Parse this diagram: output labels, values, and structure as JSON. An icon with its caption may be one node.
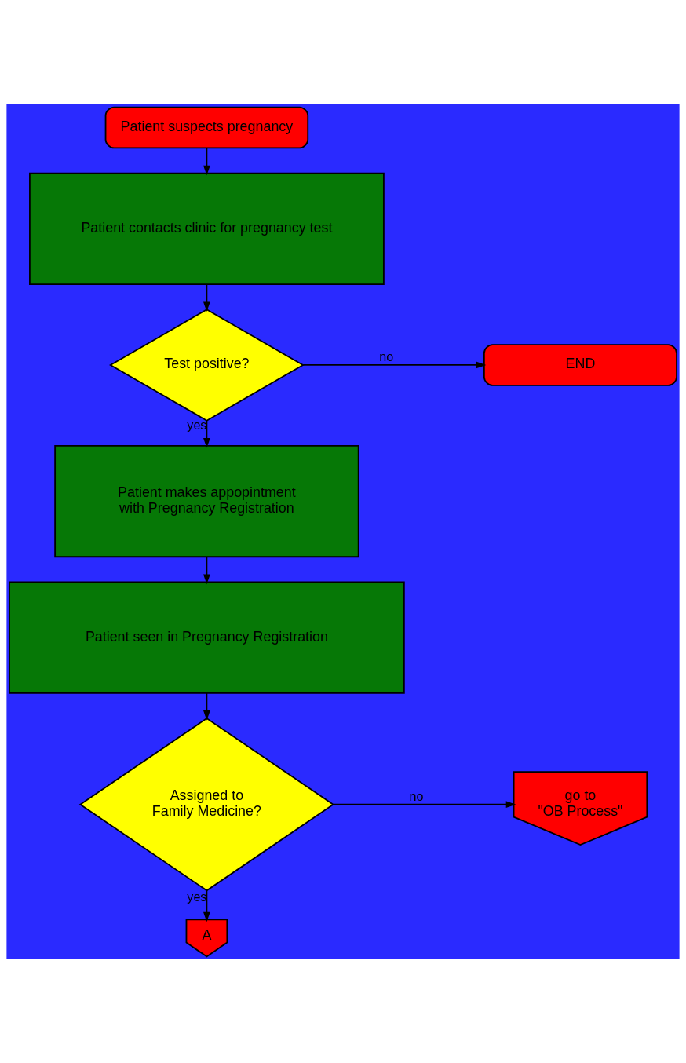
{
  "diagram": {
    "nodes": [
      {
        "text": [
          "Patient suspects pregnancy"
        ]
      },
      {
        "text": [
          "Patient contacts clinic for pregnancy test"
        ]
      },
      {
        "text": [
          "Test positive?"
        ]
      },
      {
        "text": [
          "END"
        ]
      },
      {
        "text": [
          "Patient makes appopintment with Pregnancy Registration"
        ]
      },
      {
        "text": [
          "Patient seen in Pregnancy Registration"
        ]
      },
      {
        "text": [
          "Assigned to Family Medicine?"
        ]
      },
      {
        "text": [
          "go to \"OB Process\""
        ]
      },
      {
        "text": [
          "A"
        ]
      }
    ],
    "edges": [
      {
        "from": 0,
        "to": 1,
        "arrow": "to"
      },
      {
        "from": 1,
        "to": 2,
        "arrow": "to"
      },
      {
        "from": 2,
        "to": 3,
        "arrow": "to",
        "label": "no"
      },
      {
        "from": 2,
        "to": 4,
        "arrow": "to",
        "label": "yes"
      },
      {
        "from": 4,
        "to": 5,
        "arrow": "to"
      },
      {
        "from": 5,
        "to": 6,
        "arrow": "to"
      },
      {
        "from": 6,
        "to": 7,
        "arrow": "to",
        "label": "no"
      },
      {
        "from": 6,
        "to": 8,
        "arrow": "to",
        "label": "yes"
      }
    ]
  }
}
